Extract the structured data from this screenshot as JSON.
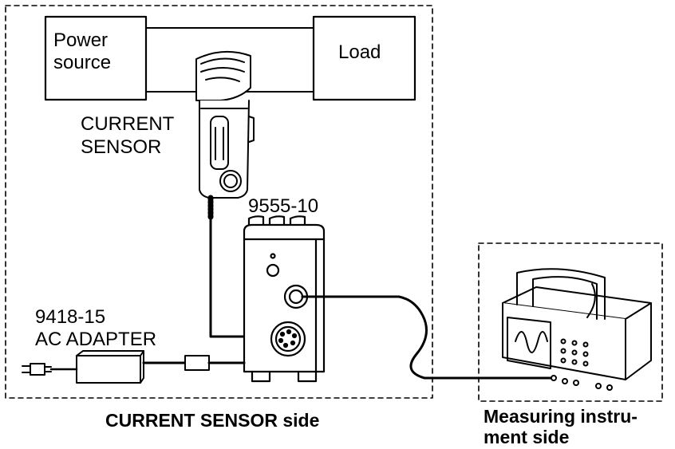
{
  "blocks": {
    "power_source": [
      "Power",
      "source"
    ],
    "load": "Load"
  },
  "current_sensor": [
    "CURRENT",
    "SENSOR"
  ],
  "model_9555": "9555-10",
  "ac_adapter": [
    "9418-15",
    "AC ADAPTER"
  ],
  "captions": {
    "sensor_side": "CURRENT SENSOR side",
    "measuring_side": [
      "Measuring instru-",
      "ment side"
    ]
  }
}
